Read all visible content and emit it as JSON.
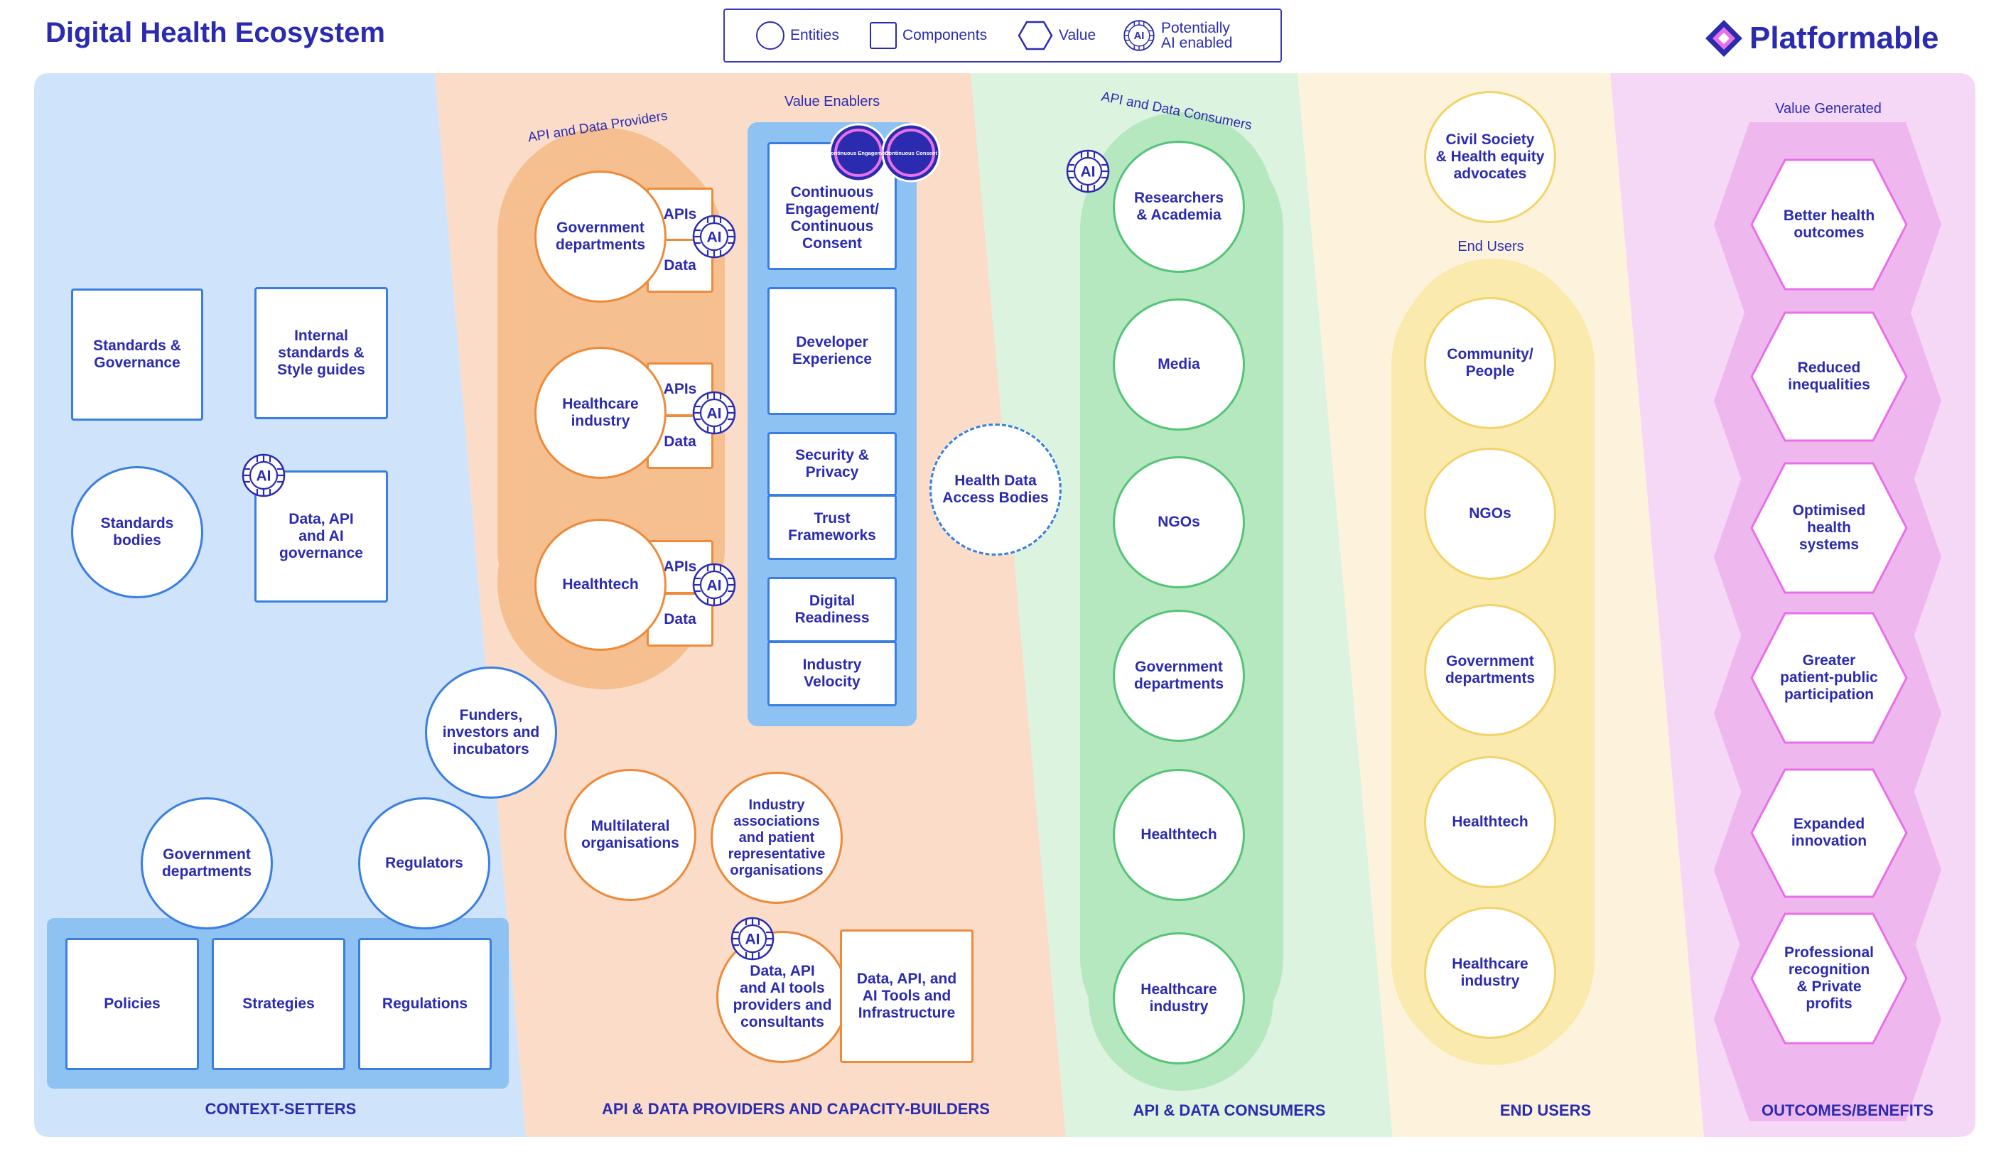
{
  "title": "Digital Health Ecosystem",
  "logo": {
    "text": "Platformable",
    "icon": "diamond-logo-icon"
  },
  "legend": {
    "entities": "Entities",
    "components": "Components",
    "value": "Value",
    "ai_line1": "Potentially",
    "ai_line2": "AI enabled",
    "ai_badge": "AI"
  },
  "colors": {
    "context_bg": "#cfe3fb",
    "providers_bg": "#fadcc8",
    "consumers_bg": "#dcf3df",
    "endusers_bg": "#fdf3dd",
    "outcomes_bg": "#f5d8f5",
    "primary_text": "#2b2bb0"
  },
  "sections": {
    "context": "CONTEXT-SETTERS",
    "providers": "API & DATA PROVIDERS AND CAPACITY-BUILDERS",
    "consumers": "API & DATA CONSUMERS",
    "endusers": "END USERS",
    "outcomes": "OUTCOMES/BENEFITS"
  },
  "context_setters": {
    "standards_governance": "Standards &\nGovernance",
    "internal_standards": "Internal\nstandards &\nStyle guides",
    "standards_bodies": "Standards\nbodies",
    "data_api_ai_governance": "Data, API\nand AI\ngovernance",
    "funders": "Funders,\ninvestors and\nincubators",
    "government_departments": "Government\ndepartments",
    "regulators": "Regulators",
    "policies": "Policies",
    "strategies": "Strategies",
    "regulations": "Regulations"
  },
  "providers": {
    "arc_label": "API and Data Providers",
    "entities": [
      {
        "name": "Government\ndepartments",
        "apis": "APIs",
        "data": "Data"
      },
      {
        "name": "Healthcare\nindustry",
        "apis": "APIs",
        "data": "Data"
      },
      {
        "name": "Healthtech",
        "apis": "APIs",
        "data": "Data"
      }
    ],
    "value_enablers_label": "Value Enablers",
    "infinity_left": "Continuous Engagement",
    "infinity_right": "Continuous Consent",
    "enablers": {
      "continuous": "Continuous\nEngagement/\nContinuous\nConsent",
      "developer": "Developer\nExperience",
      "security": "Security &\nPrivacy",
      "trust": "Trust\nFrameworks",
      "digital": "Digital\nReadiness",
      "industry": "Industry\nVelocity"
    },
    "health_data_access": "Health Data\nAccess Bodies",
    "multilateral": "Multilateral\norganisations",
    "industry_associations": "Industry\nassociations\nand patient\nrepresentative\norganisations",
    "tools_providers": "Data, API\nand AI tools\nproviders and\nconsultants",
    "tools_infrastructure": "Data, API, and\nAI Tools and\nInfrastructure"
  },
  "consumers": {
    "arc_label": "API and Data Consumers",
    "items": [
      "Researchers\n& Academia",
      "Media",
      "NGOs",
      "Government\ndepartments",
      "Healthtech",
      "Healthcare\nindustry"
    ]
  },
  "end_users": {
    "civil_society": "Civil Society\n& Health equity\nadvocates",
    "label": "End Users",
    "items": [
      "Community/\nPeople",
      "NGOs",
      "Government\ndepartments",
      "Healthtech",
      "Healthcare\nindustry"
    ]
  },
  "outcomes": {
    "label": "Value Generated",
    "items": [
      "Better health\noutcomes",
      "Reduced\ninequalities",
      "Optimised\nhealth\nsystems",
      "Greater\npatient-public\nparticipation",
      "Expanded\ninnovation",
      "Professional\nrecognition\n& Private\nprofits"
    ]
  }
}
